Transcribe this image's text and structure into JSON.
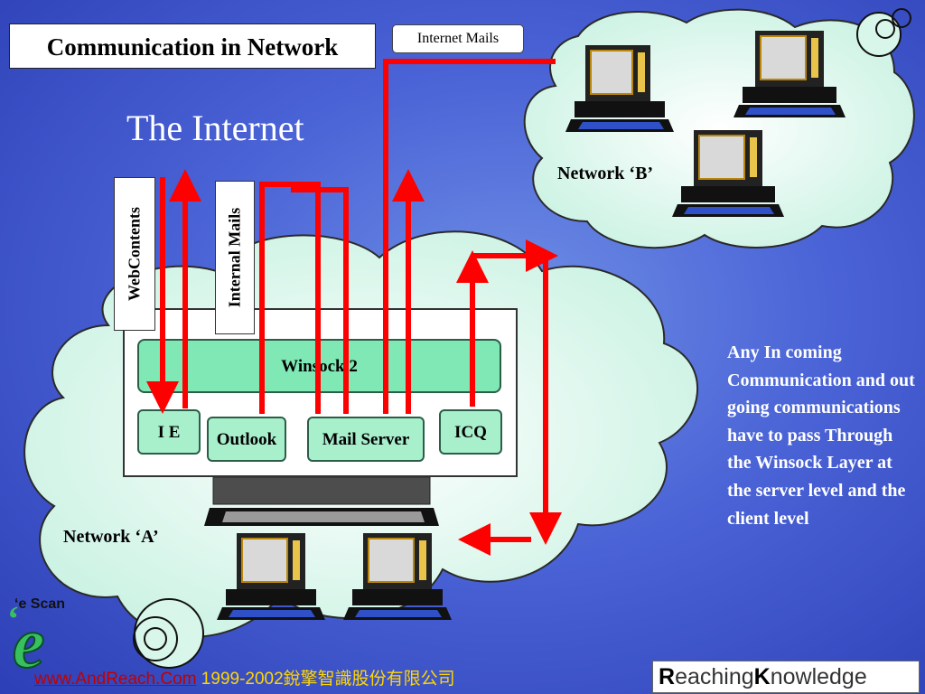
{
  "title": "Communication in Network",
  "internet_mails_label": "Internet Mails",
  "internet_label": "The Internet",
  "vertical_labels": {
    "web_contents": "WebContents",
    "internal_mails": "Internal Mails"
  },
  "winsock_label": "Winsock  2",
  "apps": {
    "ie": "I E",
    "outlook": "Outlook",
    "mail_server": "Mail Server",
    "icq": "ICQ"
  },
  "network_a_label": "Network ‘A’",
  "network_b_label": "Network ‘B’",
  "description": "Any In coming Communication and out going communications have to pass Through the Winsock Layer at the server level and the client level",
  "footer": {
    "url": "www.AndReach.Com",
    "copyright": " 1999-2002銳擎智識股份有限公司"
  },
  "logo_left_text": "‘e Scan",
  "logo_right": {
    "r": "R",
    "eaching": "eaching",
    "k": "K",
    "nowledge": "nowledge"
  },
  "colors": {
    "background": "#4a63d6",
    "arrow": "#ff0000",
    "winsock": "#7fe8b4",
    "cloud": "#e6fbf3",
    "description_text": "#ffffff",
    "copyright_text": "#ffd700",
    "url_text": "#c00000"
  }
}
